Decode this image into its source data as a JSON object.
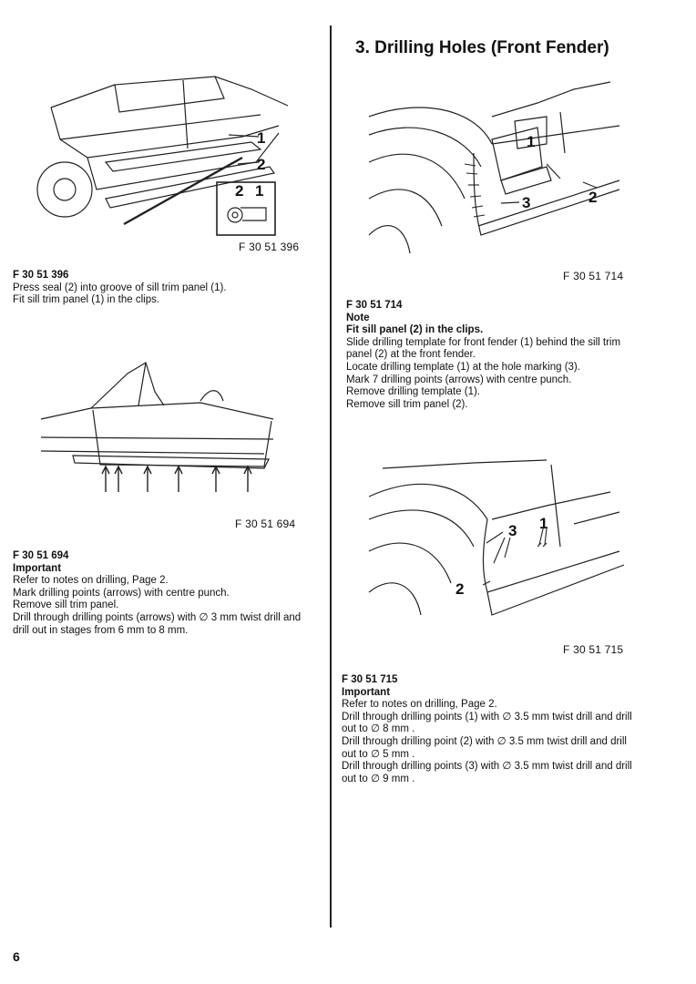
{
  "page": {
    "section_title": "3. Drilling Holes (Front Fender)",
    "page_number": "6"
  },
  "figures": [
    {
      "code": "F 30 51 396",
      "callouts": [
        "1",
        "2",
        "2",
        "1"
      ],
      "caption_code": "F 30 51 396",
      "caption_sub": "",
      "lines": [
        "Press seal (2) into groove of sill trim panel (1).",
        "Fit sill trim panel (1) in the clips."
      ]
    },
    {
      "code": "F 30 51 694",
      "callouts": [],
      "caption_code": "F 30 51 694",
      "caption_sub": "Important",
      "lines": [
        "Refer to notes on drilling, Page 2.",
        "Mark drilling points (arrows) with centre punch.",
        "Remove sill trim panel.",
        "Drill through drilling points (arrows) with ∅ 3 mm  twist drill and",
        "drill out in stages from 6 mm to 8 mm."
      ]
    },
    {
      "code": "F 30 51 714",
      "callouts": [
        "1",
        "3",
        "2"
      ],
      "caption_code": "F 30 51 714",
      "caption_sub": "Note",
      "caption_sub2": "Fit sill panel (2) in the clips.",
      "lines": [
        "Slide drilling template for front fender (1) behind the sill trim",
        "panel (2) at the front fender.",
        "Locate drilling template (1) at the hole marking (3).",
        "Mark 7 drilling points (arrows) with centre punch.",
        "Remove drilling template (1).",
        "Remove sill trim panel (2)."
      ]
    },
    {
      "code": "F 30 51 715",
      "callouts": [
        "3",
        "1",
        "2"
      ],
      "caption_code": "F 30 51 715",
      "caption_sub": "Important",
      "lines": [
        "Refer to notes on drilling, Page 2.",
        "Drill through drilling points (1) with ∅ 3.5 mm  twist drill and drill",
        "out to  ∅ 8 mm .",
        "Drill through drilling point (2) with ∅ 3.5 mm  twist drill and drill",
        "out to ∅ 5 mm .",
        "Drill through drilling points (3) with ∅ 3.5 mm  twist drill and drill",
        "out to ∅ 9 mm ."
      ]
    }
  ]
}
